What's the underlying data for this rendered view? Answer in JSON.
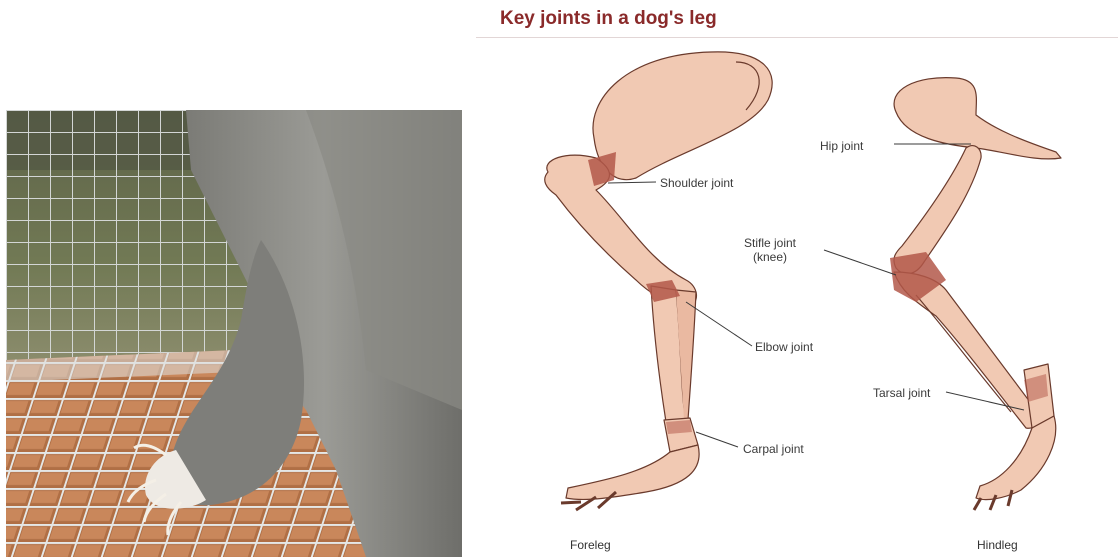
{
  "figure": {
    "title": "Key joints in a dog's leg",
    "labels": {
      "hip": "Hip joint",
      "shoulder": "Shoulder joint",
      "stifle_line1": "Stifle joint",
      "stifle_line2": "(knee)",
      "elbow": "Elbow joint",
      "tarsal": "Tarsal joint",
      "carpal": "Carpal joint",
      "foreleg": "Foreleg",
      "hindleg": "Hindleg"
    }
  },
  "colors": {
    "bone": "#f1c9b3",
    "bone_outline": "#6a3a2c",
    "joint": "#b3584a",
    "title": "#8a2a2a",
    "fur": "#8d8d88",
    "cage_wire": "#cfd3d2"
  }
}
